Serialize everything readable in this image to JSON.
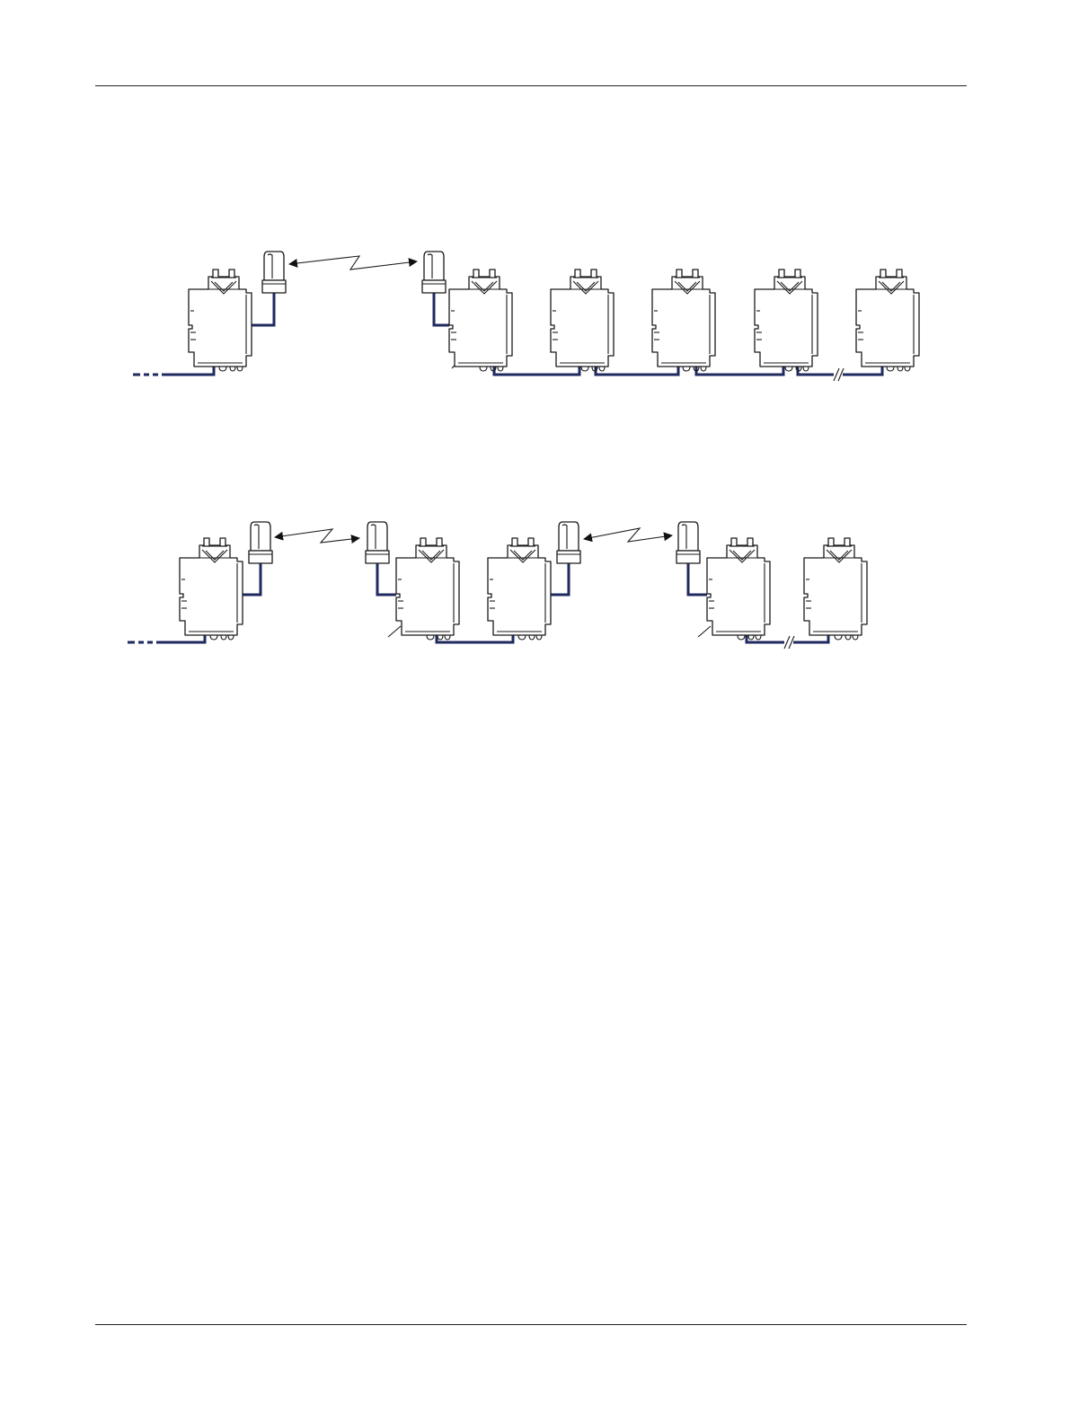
{
  "colors": {
    "cable": "#1f2a5e",
    "outline": "#1a1a1a",
    "background": "#ffffff"
  },
  "icons": {
    "controller": "din-rail-controller-icon",
    "radio": "wireless-radio-icon",
    "wireless_link": "zigzag-double-arrow-icon",
    "cable_break": "double-slash-break-icon"
  },
  "diagrams": [
    {
      "name": "single-wireless-link",
      "controllers": 6,
      "radios": 2
    },
    {
      "name": "dual-wireless-link",
      "controllers": 5,
      "radios": 4
    }
  ]
}
